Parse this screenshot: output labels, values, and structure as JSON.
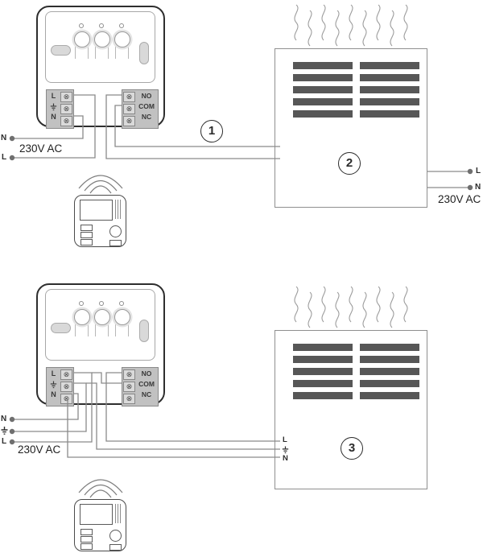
{
  "receiver": {
    "power_terminals": [
      "L",
      "⏚",
      "N"
    ],
    "relay_terminals": [
      "NO",
      "COM",
      "NC"
    ]
  },
  "supply_top": {
    "neutral": "N",
    "line": "L",
    "voltage": "230V AC"
  },
  "heater_supply_top": {
    "line": "L",
    "neutral": "N",
    "voltage": "230V AC"
  },
  "supply_bottom": {
    "neutral": "N",
    "line": "L",
    "voltage": "230V AC"
  },
  "heater_terminals_bottom": {
    "line": "L",
    "neutral": "N"
  },
  "callouts": {
    "one": "1",
    "two": "2",
    "three": "3"
  },
  "icons": {
    "screw": "⊗"
  }
}
